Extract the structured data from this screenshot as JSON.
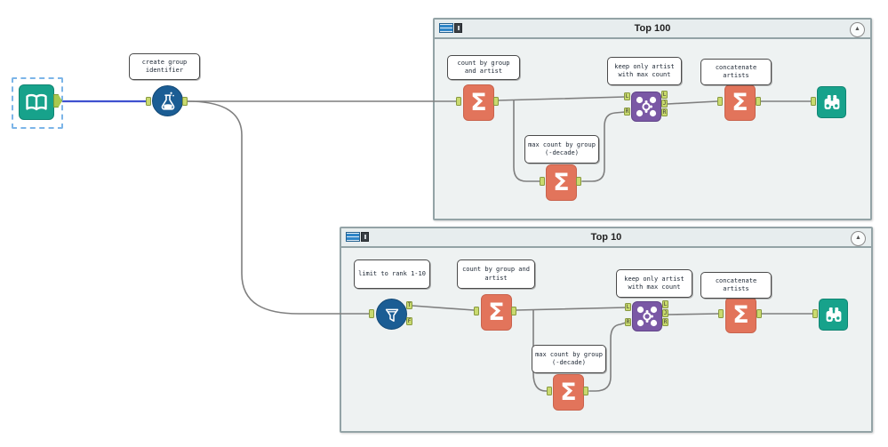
{
  "app": {
    "type": "workflow-canvas"
  },
  "containers": {
    "top100": {
      "title": "Top 100",
      "collapse_glyph": "▲"
    },
    "top10": {
      "title": "Top 10",
      "collapse_glyph": "▲"
    }
  },
  "annotations": {
    "formula": "create group identifier",
    "t100_count": "count by group and artist",
    "t100_max": "max count by group (-decade)",
    "t100_keep": "keep only artist with max count",
    "t100_concat": "concatenate artists",
    "t10_limit": "limit to rank 1-10",
    "t10_count": "count by group and artist",
    "t10_max": "max count by group (-decade)",
    "t10_keep": "keep only artist with max count",
    "t10_concat": "concatenate artists"
  },
  "glyphs": {
    "sigma": "Σ"
  },
  "anchor_letters": {
    "T": "T",
    "F": "F",
    "L": "L",
    "J": "J",
    "R": "R"
  },
  "colors": {
    "summarize_orange": "#e2745b",
    "join_purple": "#7a58a5",
    "input_browse_teal": "#17a28b",
    "formula_filter_blue": "#1b5d94",
    "anchor_green": "#c9da6f",
    "connection_gray": "#7f7f7f",
    "selected_connection_blue": "#3f51cf",
    "container_fill": "#eef2f2",
    "container_border": "#93a3a6",
    "selection_dash_blue": "#7cb5e8"
  }
}
